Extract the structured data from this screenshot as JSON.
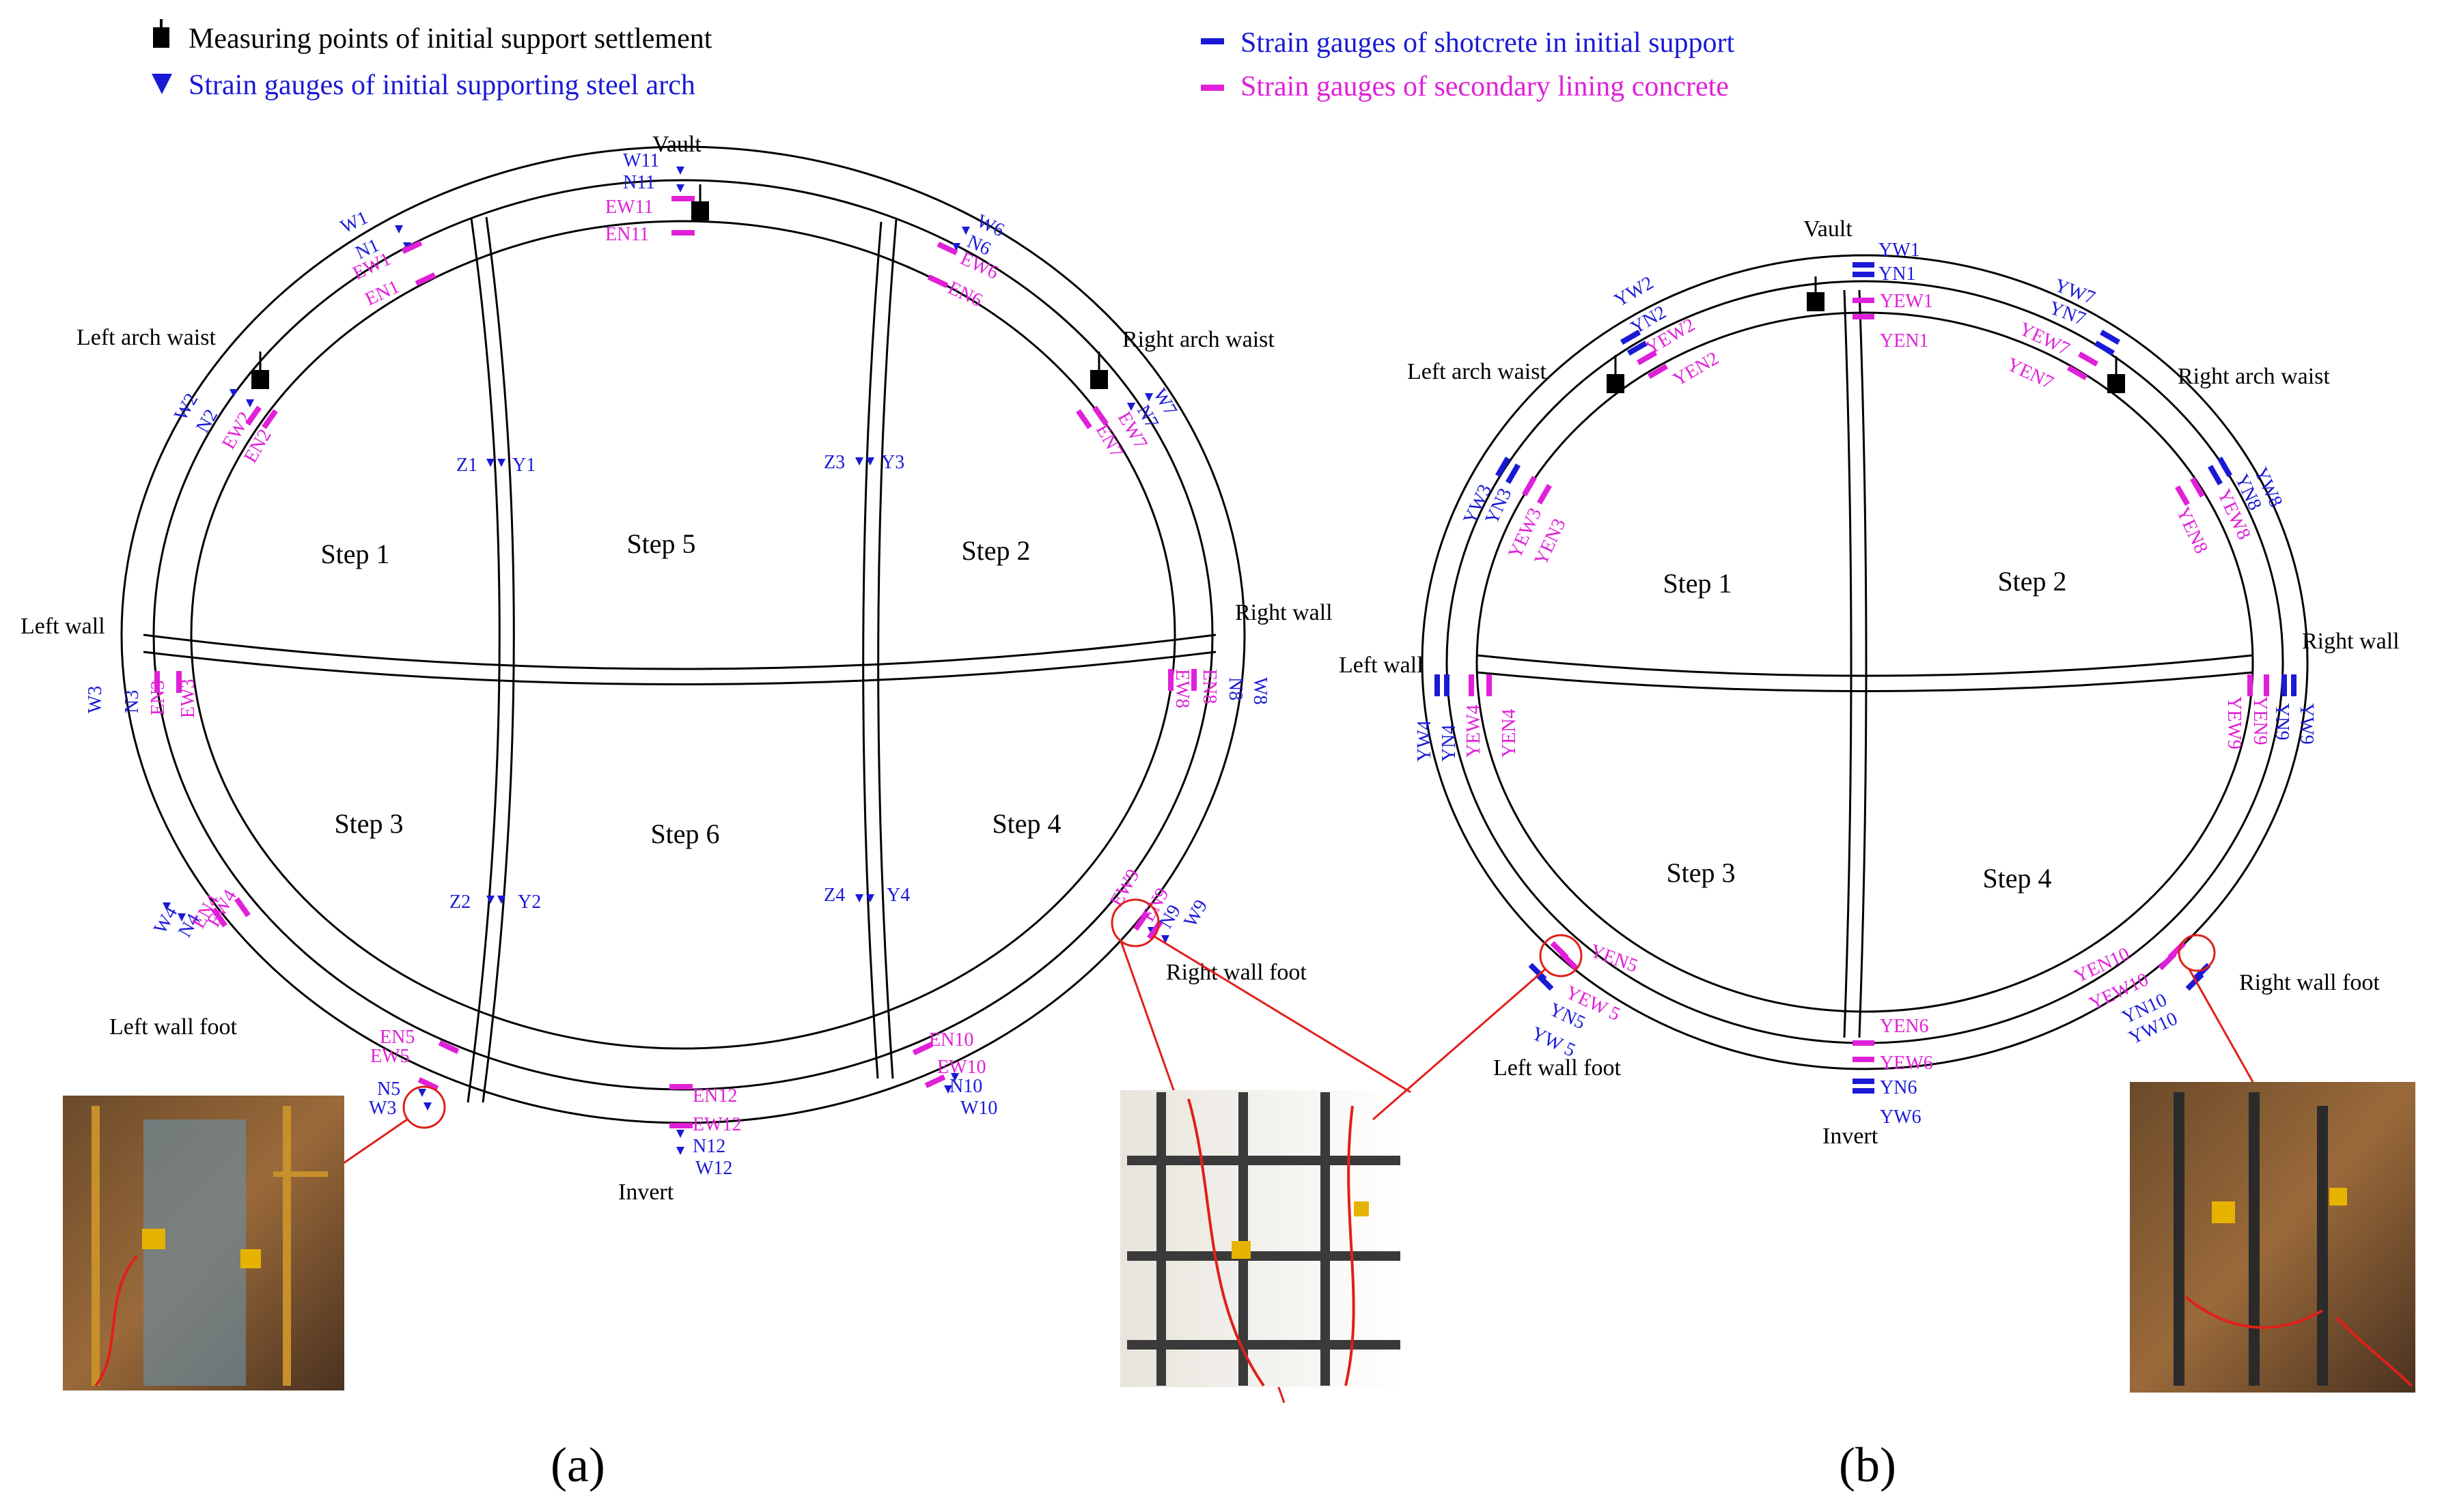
{
  "legend": {
    "settlement": "Measuring points of initial support settlement",
    "steel_arch": "Strain gauges of initial supporting steel arch",
    "shotcrete": "Strain gauges of shotcrete in initial support",
    "lining": "Strain gauges of  secondary lining concrete"
  },
  "colors": {
    "blue": "#1a1ad6",
    "magenta": "#e020d8",
    "black": "#000000",
    "red": "#e0201a"
  },
  "panel_a": {
    "label": "(a)",
    "positions": {
      "vault": "Vault",
      "left_arch_waist": "Left arch waist",
      "right_arch_waist": "Right arch waist",
      "left_wall": "Left wall",
      "right_wall": "Right wall",
      "left_wall_foot": "Left wall foot",
      "right_wall_foot": "Right  wall foot",
      "invert": "Invert"
    },
    "steps": {
      "s1": "Step 1",
      "s2": "Step 2",
      "s3": "Step 3",
      "s4": "Step 4",
      "s5": "Step 5",
      "s6": "Step 6"
    },
    "blue": {
      "W11": "W11",
      "N11": "N11",
      "W1": "W1",
      "N1": "N1",
      "W6": "W6",
      "N6": "N6",
      "W2": "W2",
      "N2": "N2",
      "W7": "W7",
      "N7": "N7",
      "W3": "W3",
      "N3": "N3",
      "W8": "W8",
      "N8": "N8",
      "W4": "W4",
      "N4": "N4",
      "W9": "W9",
      "N9": "N9",
      "W5": "W3",
      "N5": "N5",
      "W10": "W10",
      "N10": "N10",
      "W12": "W12",
      "N12": "N12",
      "Z1": "Z1",
      "Y1": "Y1",
      "Z2": "Z2",
      "Y2": "Y2",
      "Z3": "Z3",
      "Y3": "Y3",
      "Z4": "Z4",
      "Y4": "Y4"
    },
    "magenta": {
      "EW11": "EW11",
      "EN11": "EN11",
      "EW1": "EW1",
      "EN1": "EN1",
      "EW6": "EW6",
      "EN6": "EN6",
      "EW2": "EW2",
      "EN2": "EN2",
      "EW7": "EW7",
      "EN7": "EN7",
      "EN3": "EN3",
      "EW3": "EW3",
      "EW8": "EW8",
      "EN8": "EN8",
      "EW4": "EW4",
      "EN4": "EN4",
      "EW9": "EW9",
      "EN9": "EN9",
      "EN5": "EN5",
      "EW5": "EW5",
      "EN10": "EN10",
      "EW10": "EW10",
      "EN12": "EN12",
      "EW12": "EW12"
    }
  },
  "panel_b": {
    "label": "(b)",
    "positions": {
      "vault": "Vault",
      "left_arch_waist": "Left arch waist",
      "right_arch_waist": "Right arch waist",
      "left_wall": "Left wall",
      "right_wall": "Right  wall",
      "left_wall_foot": "Left wall foot",
      "right_wall_foot": "Right  wall foot",
      "invert": "Invert"
    },
    "steps": {
      "s1": "Step 1",
      "s2": "Step 2",
      "s3": "Step 3",
      "s4": "Step 4"
    },
    "blue": {
      "YW1": "YW1",
      "YN1": "YN1",
      "YW2": "YW2",
      "YN2": "YN2",
      "YW7": "YW7",
      "YN7": "YN7",
      "YW3": "YW3",
      "YN3": "YN3",
      "YW8": "YW8",
      "YN8": "YN8",
      "YW4": "YW4",
      "YN4": "YN4",
      "YW9": "YW9",
      "YN9": "YN9",
      "YN5": "YN5",
      "YW5": "YW 5",
      "YN10": "YN10",
      "YW10": "YW10",
      "YN6": "YN6",
      "YW6": "YW6"
    },
    "magenta": {
      "YEW1": "YEW1",
      "YEN1": "YEN1",
      "YEW2": "YEW2",
      "YEN2": "YEN2",
      "YEW7": "YEW7",
      "YEN7": "YEN7",
      "YEW3": "YEW3",
      "YEN3": "YEN3",
      "YEN8": "YEN8",
      "YEW8": "YEW8",
      "YEW4": "YEW4",
      "YEN4": "YEN4",
      "YEW9": "YEW9",
      "YEN9": "YEN9",
      "YEN5": "YEN5",
      "YEW5": "YEW 5",
      "YEN10": "YEN10",
      "YEW10": "YEW10",
      "YEN6": "YEN6",
      "YEW6": "YEW6"
    }
  }
}
